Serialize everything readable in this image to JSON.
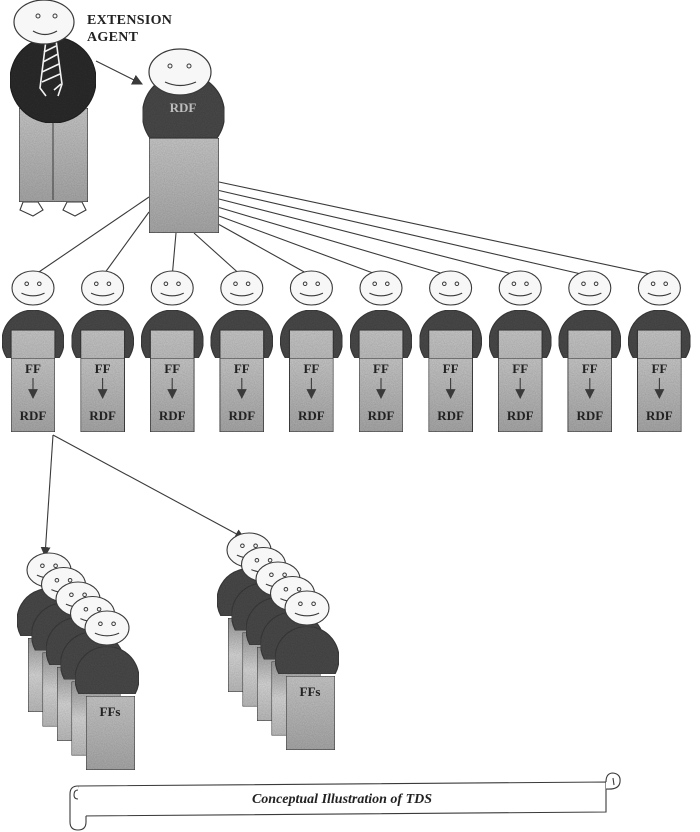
{
  "diagram": {
    "agent_label_line1": "EXTENSION",
    "agent_label_line2": "AGENT",
    "rdf_label": "RDF",
    "row": {
      "count": 10,
      "top_label": "FF",
      "bottom_label": "RDF"
    },
    "groups": [
      {
        "label": "FFs",
        "count": 5
      },
      {
        "label": "FFs",
        "count": 5
      }
    ],
    "caption": "Conceptual Illustration of TDS"
  },
  "colors": {
    "ink": "#3a3a3a",
    "head_fill": "#f7f7f7",
    "body_dark": "#4a4a4a",
    "box_fill": "#b9b9b9",
    "paper": "#ffffff"
  }
}
